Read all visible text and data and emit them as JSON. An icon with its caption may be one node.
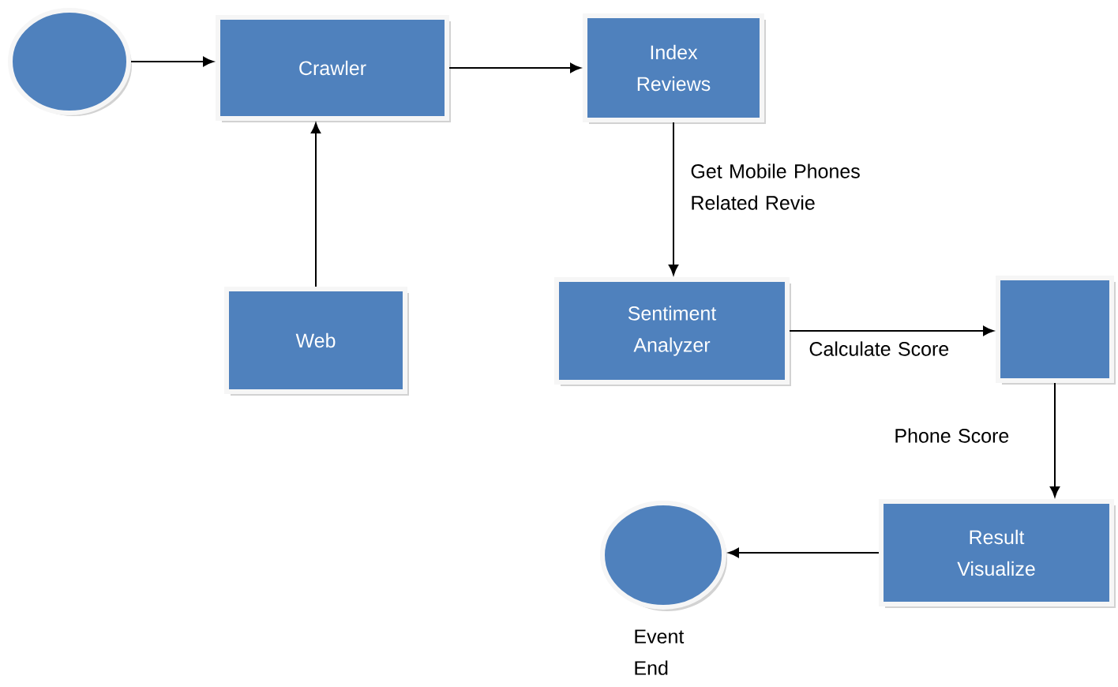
{
  "diagram": {
    "nodes": [
      {
        "text": [],
        "shape": "circle"
      },
      {
        "text": [
          "Crawler"
        ]
      },
      {
        "text": [
          "Index Reviews"
        ]
      },
      {
        "text": [
          "Web"
        ]
      },
      {
        "text": [
          "Sentiment Analyzer"
        ]
      },
      {
        "text": [],
        "shape": "box"
      },
      {
        "text": [
          "Result Visualize"
        ]
      },
      {
        "text": [],
        "shape": "circle",
        "beside": [
          "Event End"
        ]
      }
    ],
    "edges": [
      {
        "from": 0,
        "to": 1,
        "arrow": "to"
      },
      {
        "from": 1,
        "to": 2,
        "arrow": "to"
      },
      {
        "from": 3,
        "to": 1,
        "arrow": "to"
      },
      {
        "from": 2,
        "to": 4,
        "arrow": "to",
        "label": "Get Mobile Phones Related Revie"
      },
      {
        "from": 4,
        "to": 5,
        "arrow": "to",
        "label": "Calculate Score"
      },
      {
        "from": 5,
        "to": 6,
        "arrow": "to",
        "label": "Phone Score"
      },
      {
        "from": 6,
        "to": 7,
        "arrow": "to"
      }
    ]
  }
}
